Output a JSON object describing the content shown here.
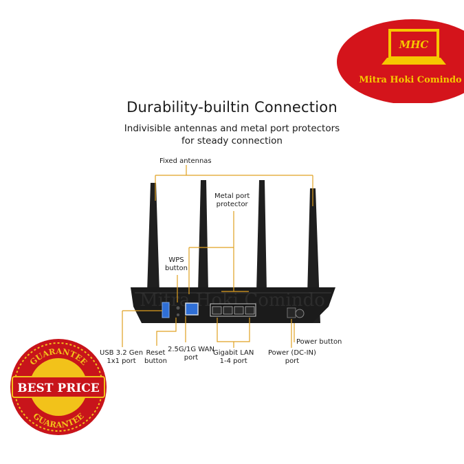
{
  "brand": {
    "monogram": "MHC",
    "name": "Mitra Hoki Comindo",
    "watermark": "Mitra Hoki Comindo",
    "colors": {
      "red": "#d4141b",
      "yellow": "#f6c800",
      "dark": "#1b1b1b"
    }
  },
  "headline": {
    "title": "Durability-builtin Connection",
    "subtitle_line1": "Indivisible antennas and metal port protectors",
    "subtitle_line2": "for steady connection"
  },
  "callouts": {
    "fixed_antennas": "Fixed antennas",
    "metal_port_protector": [
      "Metal port",
      "protector"
    ],
    "wps_button": [
      "WPS",
      "button"
    ],
    "usb_port": [
      "USB 3.2 Gen",
      "1x1 port"
    ],
    "reset_button": [
      "Reset",
      "button"
    ],
    "wan_port": [
      "2.5G/1G WAN",
      "port"
    ],
    "lan_ports": [
      "Gigabit LAN",
      "1-4 port"
    ],
    "power_dc_in": [
      "Power (DC-IN)",
      "port"
    ],
    "power_button": "Power button",
    "line_color": "#e0a020"
  },
  "badge": {
    "top_text": "GUARANTEE",
    "center_text": "BEST PRICE",
    "bottom_text": "GUARANTEE",
    "colors": {
      "ring": "#c8141b",
      "gold": "#f2c21a"
    }
  }
}
